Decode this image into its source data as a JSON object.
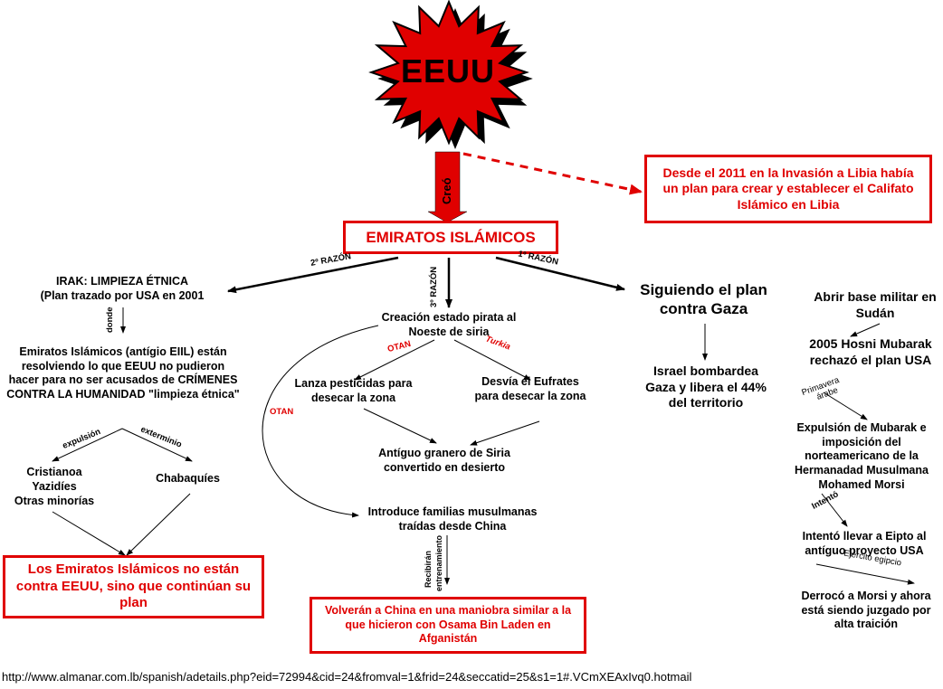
{
  "top": {
    "star_label": "EEUU",
    "created_label": "Creó",
    "emirates_label": "EMIRATOS ISLÁMICOS",
    "libya_box": "Desde el 2011 en la Invasión a Libia había un plan para crear y establecer el Califato Islámico en Libia"
  },
  "reasons": {
    "second": "2º RAZÓN",
    "third": "3º RAZÓN",
    "first": "1º RAZÓN"
  },
  "iraq": {
    "title": "IRAK: LIMPIEZA ÉTNICA",
    "subtitle": "(Plan trazado por USA en 2001",
    "donde_label": "donde",
    "description": "Emiratos Islámicos (antígio EIIL) están resolviendo lo que EEUU no pudieron hacer para no ser acusados de CRÍMENES CONTRA LA HUMANIDAD \"limpieza étnica\"",
    "expulsion_label": "expulsión",
    "exterminio_label": "exterminio",
    "victims_left_1": "Cristianoa",
    "victims_left_2": "Yazidíes",
    "victims_left_3": "Otras minorías",
    "victims_right": "Chabaquíes",
    "conclusion_box": "Los Emiratos Islámicos no están contra EEUU, sino que continúan su plan"
  },
  "syria": {
    "creation": "Creación estado pirata al Noeste de siria",
    "otan_label_1": "OTAN",
    "turkia_label": "Turkia",
    "otan_label_2": "OTAN",
    "pesticides": "Lanza pesticidas para desecar la zona",
    "euphrates": "Desvía el Eufrates para desecar la zona",
    "granary": "Antíguo granero de Siria convertido en desierto",
    "families": "Introduce familias musulmanas traídas desde China",
    "training_label_1": "Recibirán",
    "training_label_2": "entrenamiento",
    "china_box": "Volverán a China en una maniobra similar a la que hicieron con Osama Bin Laden en Afganistán"
  },
  "gaza": {
    "title": "Siguiendo el plan contra Gaza",
    "result": "Israel bombardea Gaza y libera el 44% del territorio"
  },
  "sudan": {
    "title": "Abrir base militar en Sudán",
    "mubarak_refused": "2005 Hosni Mubarak rechazó el plan USA",
    "primavera_label_1": "Primavera",
    "primavera_label_2": "árabe",
    "expulsion": "Expulsión de Mubarak e imposición del norteamericano de la Hermanadad Musulmana Mohamed Morsi",
    "intento_label": "Intentó",
    "attempt": "Intentó llevar a Eipto al antíguo proyecto USA",
    "army_label": "Ejército egipcio",
    "outcome": "Derrocó a Morsi y ahora está siendo juzgado por alta traición"
  },
  "footer": {
    "url": "http://www.almanar.com.lb/spanish/adetails.php?eid=72994&cid=24&fromval=1&frid=24&seccatid=25&s1=1#.VCmXEAxIvq0.hotmail"
  }
}
